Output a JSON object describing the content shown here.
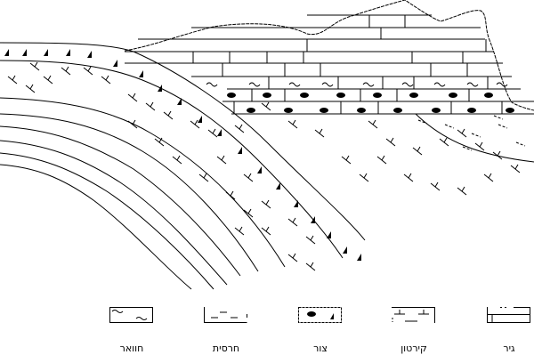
{
  "diagram": {
    "type": "geological-cross-section",
    "description": "Folded strata: anticline of limestone, chalk and chert overlain unconformably by horizontal limestone, marl and chert beds",
    "colors": {
      "ink": "#000000",
      "background": "#ffffff"
    }
  },
  "legend": {
    "items": [
      {
        "key": "marl",
        "label": "חוואר",
        "pattern": "tilde-icon"
      },
      {
        "key": "clay",
        "label": "חרסית",
        "pattern": "dash-icon"
      },
      {
        "key": "chert",
        "label": "צור",
        "pattern": "nodule-triangle-icon"
      },
      {
        "key": "chalk",
        "label": "קירטון",
        "pattern": "t-mark-icon"
      },
      {
        "key": "limestone",
        "label": "גיר",
        "pattern": "brick-icon"
      }
    ]
  }
}
